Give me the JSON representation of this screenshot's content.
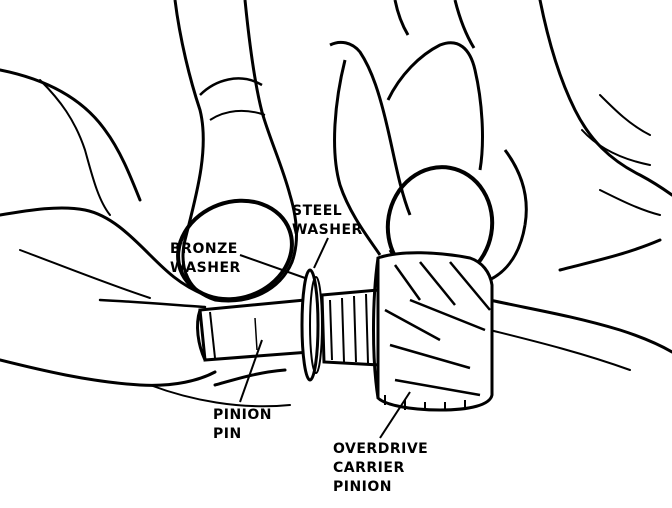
{
  "labels": {
    "steel_washer": [
      "STEEL",
      "WASHER"
    ],
    "bronze_washer": [
      "BRONZE",
      "WASHER"
    ],
    "pinion_pin": [
      "PINION",
      "PIN"
    ],
    "overdrive_carrier_pinion": [
      "OVERDRIVE",
      "CARRIER",
      "PINION"
    ]
  },
  "colors": {
    "ink": "#000000",
    "paper": "#ffffff"
  }
}
